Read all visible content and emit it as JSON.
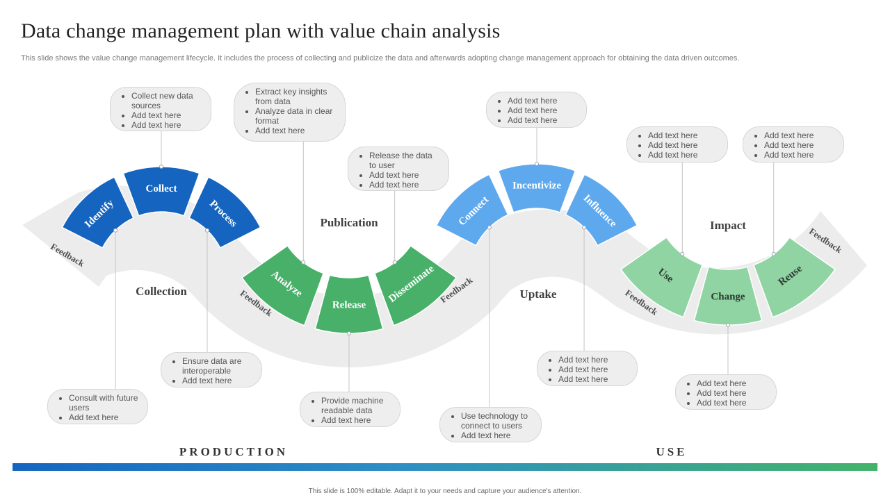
{
  "title": "Data change management plan with value chain analysis",
  "subtitle": "This slide shows the value change management lifecycle. It includes the process of collecting and publicize the data and afterwards adopting change management approach for obtaining the data driven outcomes.",
  "colors": {
    "dark_blue": "#1565c0",
    "light_blue": "#5ea8ee",
    "dark_green": "#48b069",
    "light_green": "#8fd4a2",
    "band": "#ececec",
    "label_dark": "#404040",
    "feedback_text": "#505050"
  },
  "stages": [
    {
      "name": "Collection",
      "segments": [
        "Identify",
        "Collect",
        "Process"
      ]
    },
    {
      "name": "Publication",
      "segments": [
        "Analyze",
        "Release",
        "Disseminate"
      ]
    },
    {
      "name": "Uptake",
      "segments": [
        "Connect",
        "Incentivize",
        "Influence"
      ]
    },
    {
      "name": "Impact",
      "segments": [
        "Use",
        "Change",
        "Reuse"
      ]
    }
  ],
  "feedback_label": "Feedback",
  "callouts": {
    "collect": [
      "Collect new data sources",
      "Add text here",
      "Add text here"
    ],
    "analyze": [
      "Extract key insights from data",
      "Analyze data in clear format",
      "Add text here"
    ],
    "disseminate": [
      "Release the data to user",
      "Add text here",
      "Add text here"
    ],
    "incentivize": [
      "Add text here",
      "Add text here",
      "Add text here"
    ],
    "use": [
      "Add text here",
      "Add text here",
      "Add text here"
    ],
    "reuse": [
      "Add text here",
      "Add text here",
      "Add text here"
    ],
    "identify": [
      "Consult with future users",
      "Add text here"
    ],
    "process": [
      "Ensure data are interoperable",
      "Add text here"
    ],
    "release": [
      "Provide machine readable data",
      "Add text here"
    ],
    "connect": [
      "Use technology to connect to users",
      "Add text here"
    ],
    "influence": [
      "Add text here",
      "Add text here",
      "Add text here"
    ],
    "change": [
      "Add text here",
      "Add text here",
      "Add text here"
    ]
  },
  "phases": {
    "production": "PRODUCTION",
    "use": "USE"
  },
  "footer": "This slide is 100% editable. Adapt it to your needs and capture your audience's attention."
}
